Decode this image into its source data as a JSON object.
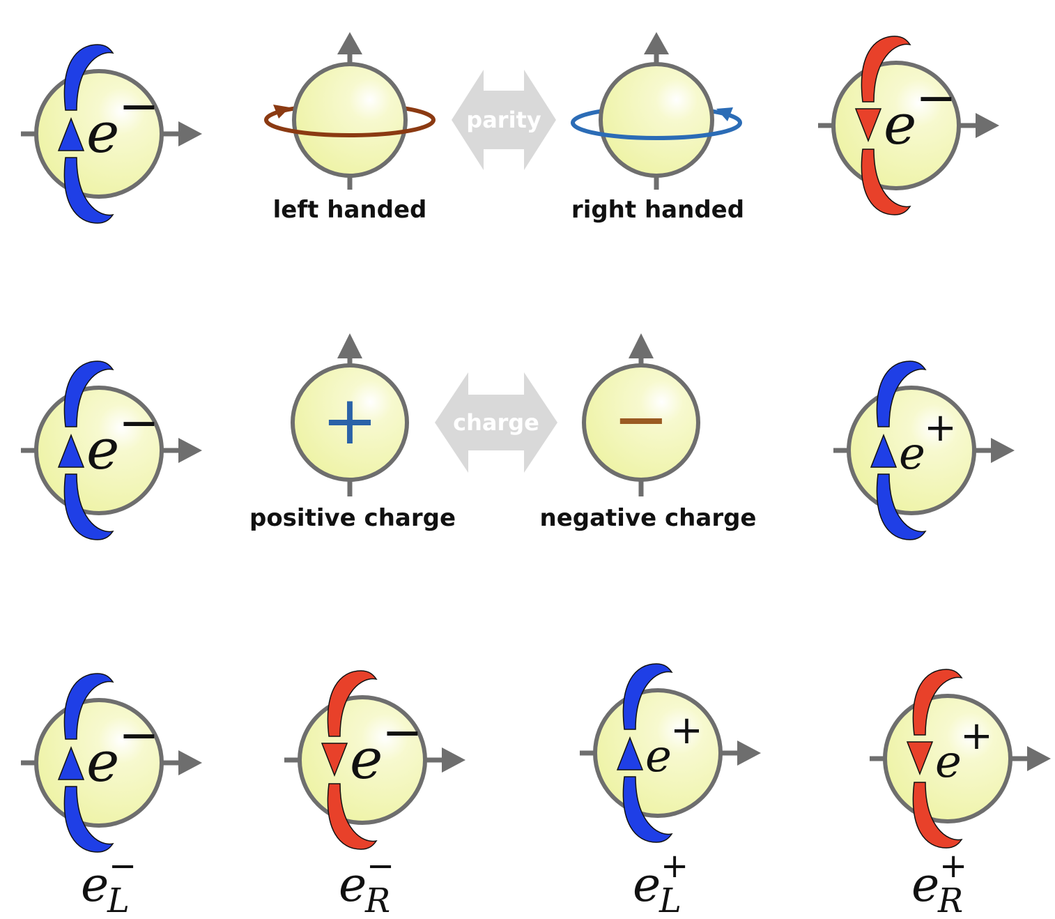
{
  "colors": {
    "sphere_fill": "#f4f7b0",
    "sphere_edge": "#6e6e6e",
    "axis_gray": "#6e6e6e",
    "left_spin_blue": "#1f3fe6",
    "right_spin_red": "#e8412a",
    "ring_brown": "#8b3a12",
    "ring_blue": "#2b6cb6",
    "plus_blue": "#2a62a8",
    "minus_brown": "#9a5a22",
    "double_arrow": "#d9d9d9"
  },
  "particle_symbol": "e",
  "row1": {
    "left_particle": {
      "charge": "−",
      "helicity": "left"
    },
    "left_handed_label": "left handed",
    "parity_label": "parity",
    "right_handed_label": "right handed",
    "right_particle": {
      "charge": "−",
      "helicity": "right"
    }
  },
  "row2": {
    "left_particle": {
      "charge": "−",
      "helicity": "left"
    },
    "plus_sign": "+",
    "positive_charge_label": "positive charge",
    "charge_label": "charge",
    "minus_sign": "−",
    "negative_charge_label": "negative charge",
    "right_particle": {
      "charge": "+",
      "helicity": "left"
    }
  },
  "row3": {
    "particles": [
      {
        "charge": "−",
        "helicity": "left",
        "label_base": "e",
        "label_sup": "−",
        "label_sub": "L"
      },
      {
        "charge": "−",
        "helicity": "right",
        "label_base": "e",
        "label_sup": "−",
        "label_sub": "R"
      },
      {
        "charge": "+",
        "helicity": "left",
        "label_base": "e",
        "label_sup": "+",
        "label_sub": "L"
      },
      {
        "charge": "+",
        "helicity": "right",
        "label_base": "e",
        "label_sup": "+",
        "label_sub": "R"
      }
    ]
  }
}
